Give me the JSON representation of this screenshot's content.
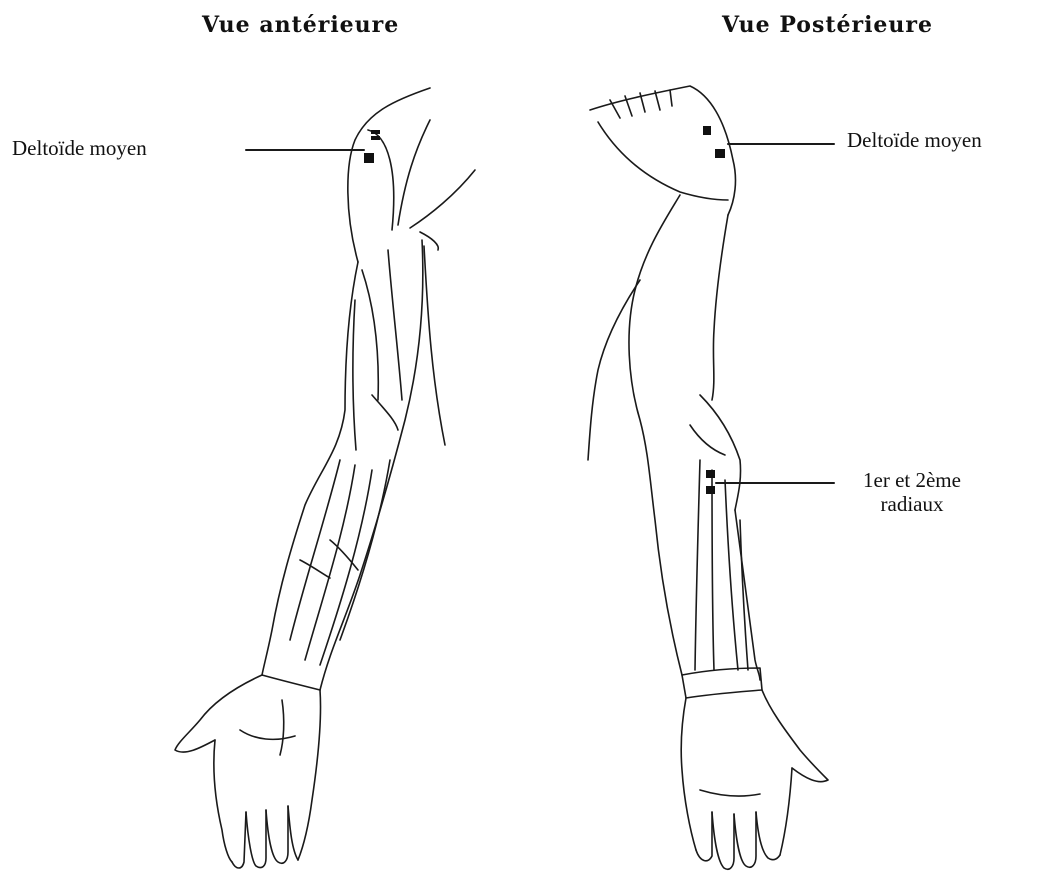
{
  "views": {
    "anterior": {
      "title": "Vue antérieure",
      "muscle_label": "Deltoïde moyen"
    },
    "posterior": {
      "title": "Vue Postérieure",
      "muscle_label": "Deltoïde moyen",
      "radial_label_line1": "1er et 2ème",
      "radial_label_line2": "radiaux"
    }
  },
  "colors": {
    "line": "#1a1a1a",
    "marker": "#111111",
    "background": "#ffffff"
  }
}
